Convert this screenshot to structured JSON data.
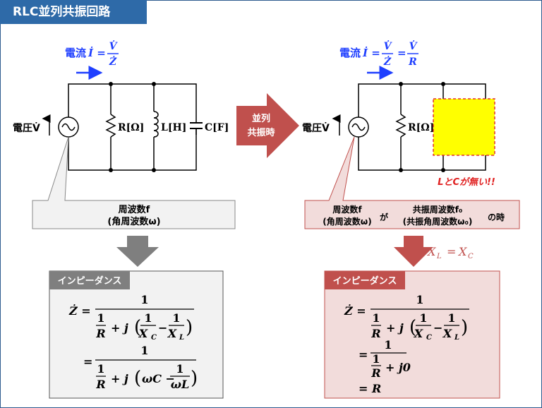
{
  "title": "RLC並列共振回路",
  "left": {
    "current_label": "電流",
    "current_eq": "İ =",
    "current_num": "V̇",
    "current_den": "Ż",
    "voltage_label": "電圧V̇",
    "r_label": "R[Ω]",
    "l_label": "L[H]",
    "c_label": "C[F]",
    "callout_line1": "周波数f",
    "callout_line2": "(角周波数ω)",
    "impedance_title": "インピーダンス",
    "eq1_lhs": "Ż =",
    "eq2_lhs": "=",
    "one": "1",
    "r": "R",
    "plus_j": "+ j",
    "one_xc": "X",
    "sub_c": "C",
    "minus": "−",
    "one_xl": "X",
    "sub_l": "L",
    "omega_c": "ωC −",
    "omega_l": "ωL"
  },
  "middle": {
    "arrow_line1": "並列",
    "arrow_line2": "共振時"
  },
  "right": {
    "current_label": "電流",
    "current_eq": "İ =",
    "current_num1": "V̇",
    "current_den1": "Ż",
    "eq_sign": "=",
    "current_num2": "V̇",
    "current_den2": "R",
    "voltage_label": "電圧V̇",
    "r_label": "R[Ω]",
    "no_lc_note": "LとCが無い!!",
    "callout_a1": "周波数f",
    "callout_a2": "(角周波数ω)",
    "callout_ga": "が",
    "callout_b1": "共振周波数f₀",
    "callout_b2": "(共振角周波数ω₀)",
    "callout_toki": "の時",
    "condition": "X_L = X_C",
    "condition_x1": "X",
    "condition_s1": "L",
    "condition_eq": "=",
    "condition_x2": "X",
    "condition_s2": "C",
    "impedance_title": "インピーダンス",
    "eq1_lhs": "Ż =",
    "eq2_lhs": "=",
    "eq3_lhs": "= R",
    "j0": "+ j0"
  }
}
